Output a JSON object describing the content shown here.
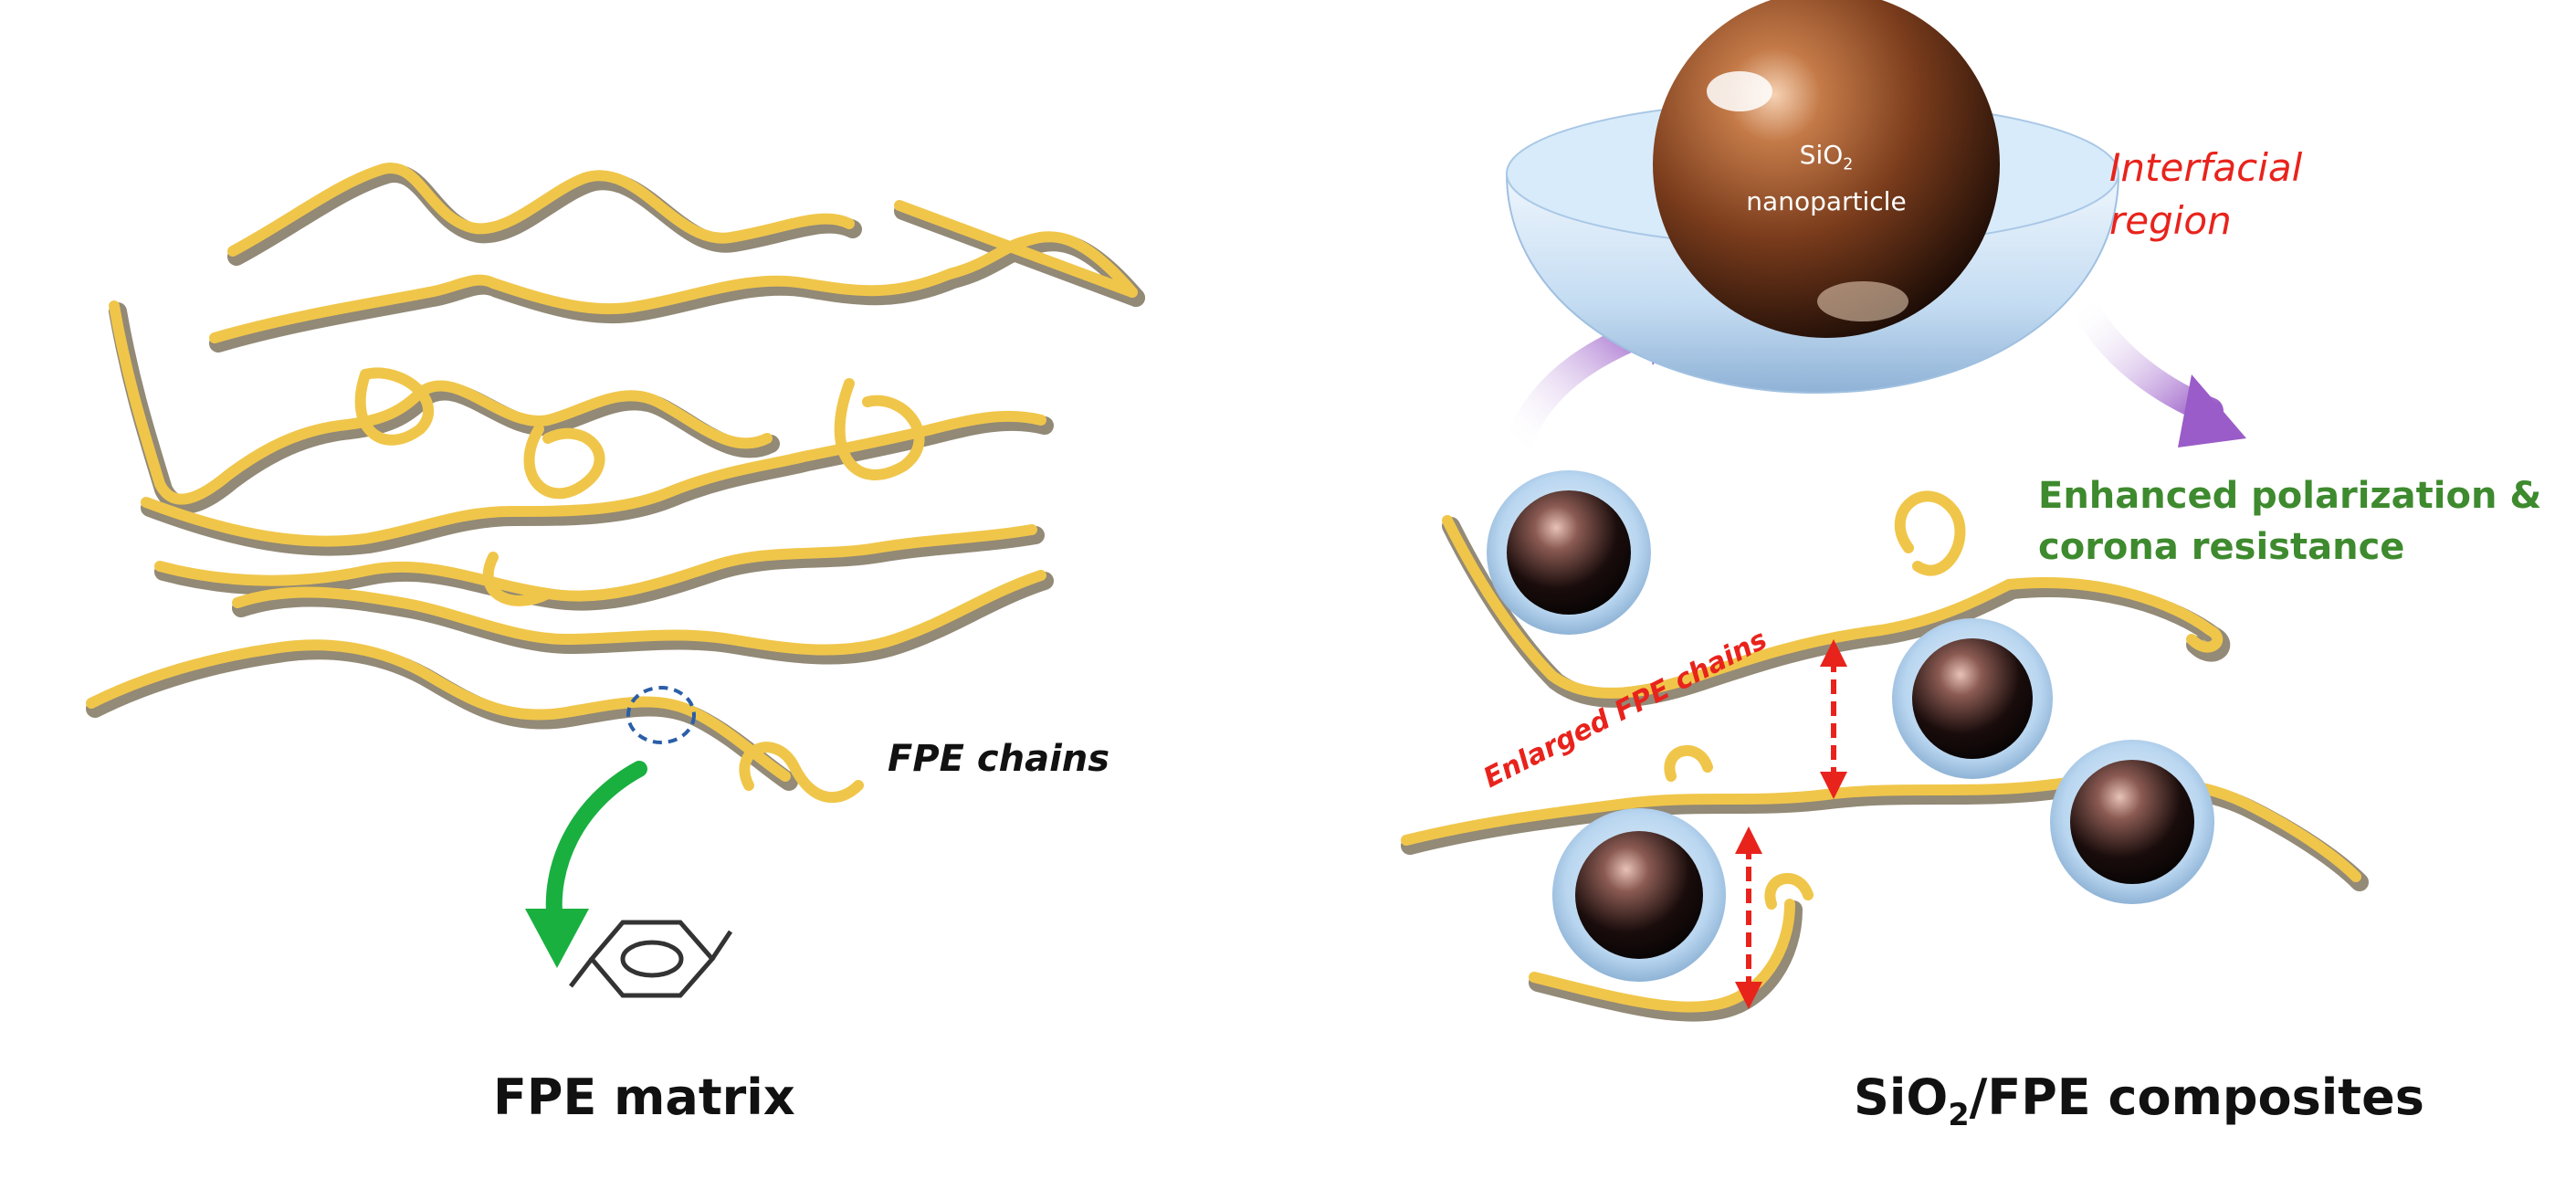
{
  "left_panel": {
    "title": "FPE matrix",
    "chain_label": "FPE chains"
  },
  "right_panel": {
    "title_main": "SiO",
    "title_sub": "2",
    "title_rest": "/FPE composites",
    "particle_label_line1_main": "SiO",
    "particle_label_line1_sub": "2",
    "particle_label_line2": "nanoparticle",
    "interfacial_line1": "Interfacial",
    "interfacial_line2": "region",
    "enhanced_line1": "Enhanced polarization &",
    "enhanced_line2": "corona resistance",
    "enlarged_label": "Enlarged FPE chains"
  },
  "colors": {
    "chain": "#f0c64a",
    "chain_shadow": "#3a2a08",
    "red_label": "#e8231c",
    "green_label": "#3e8a2e",
    "green_arrow": "#19b040",
    "purple_arrow": "#9a5cc8",
    "shell": "#bcd8f2"
  }
}
